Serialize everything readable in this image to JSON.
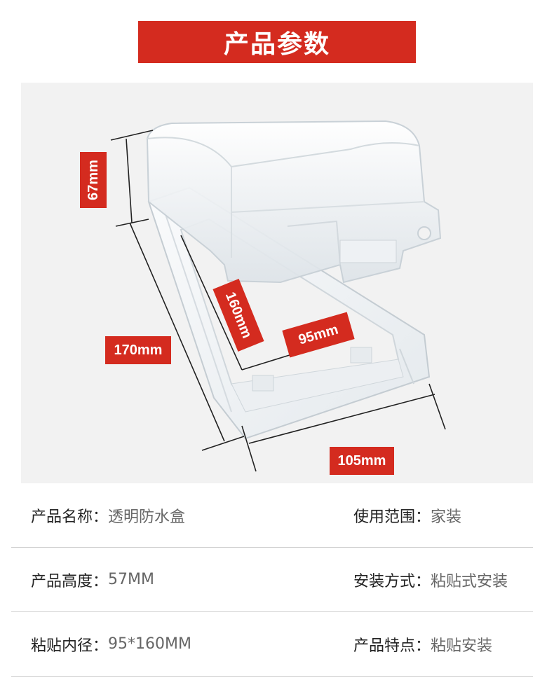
{
  "title": "产品参数",
  "dimensions": {
    "height": "67mm",
    "length": "170mm",
    "inner_length": "160mm",
    "inner_width": "95mm",
    "width": "105mm"
  },
  "specs": [
    {
      "left": {
        "label": "产品名称：",
        "value": "透明防水盒"
      },
      "right": {
        "label": "使用范围：",
        "value": "家装"
      }
    },
    {
      "left": {
        "label": "产品高度：",
        "value": "57MM"
      },
      "right": {
        "label": "安装方式：",
        "value": "粘贴式安装"
      }
    },
    {
      "left": {
        "label": "粘贴内径：",
        "value": "95*160MM"
      },
      "right": {
        "label": "产品特点：",
        "value": "粘贴安装"
      }
    }
  ],
  "colors": {
    "accent": "#d42b1f",
    "panel": "#f2f2f2"
  }
}
